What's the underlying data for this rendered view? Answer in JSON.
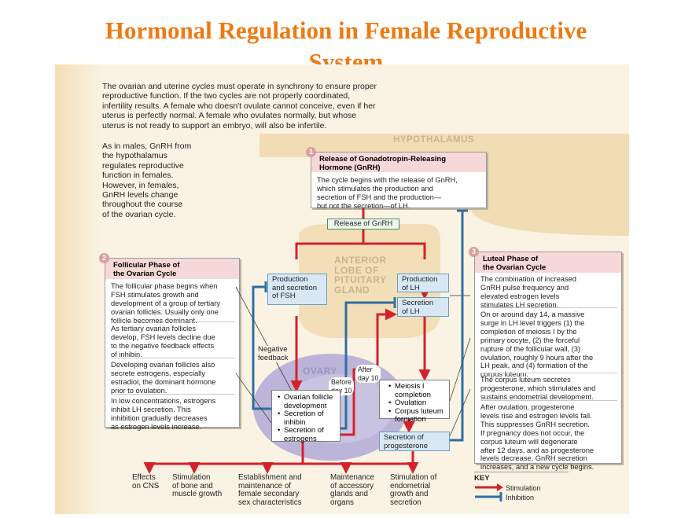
{
  "title": {
    "line1": "Hormonal Regulation in Female Reproductive",
    "line2": "System"
  },
  "intro": {
    "paragraph1": [
      "The ovarian and uterine cycles must operate in synchrony to ensure proper",
      "reproductive function. If the two cycles are not properly coordinated,",
      "infertility results. A female who doesn't ovulate cannot conceive, even if her",
      "uterus is perfectly normal. A female who ovulates normally, but whose",
      "uterus is not ready to support an embryo, will also be infertile."
    ],
    "paragraph2": [
      "As in males, GnRH from",
      "the hypothalamus",
      "regulates reproductive",
      "function in females.",
      "However, in females,",
      "GnRH levels change",
      "throughout the course",
      "of the ovarian cycle."
    ]
  },
  "regions": {
    "hypothalamus": "HYPOTHALAMUS",
    "pituitary": [
      "ANTERIOR",
      "LOBE OF",
      "PITUITARY",
      "GLAND"
    ],
    "ovary": "OVARY"
  },
  "step1": {
    "number": "1",
    "title": [
      "Release of Gonadotropin-Releasing",
      "Hormone (GnRH)"
    ],
    "text": [
      "The cycle begins with the release of GnRH,",
      "which stimulates the production and",
      "secretion of FSH and the production—",
      "but not the secretion—of LH."
    ]
  },
  "step2": {
    "number": "2",
    "title": [
      "Follicular Phase of",
      "the Ovarian Cycle"
    ],
    "paragraphs": [
      [
        "The follicular phase begins when",
        "FSH stimulates growth and",
        "development of a group of tertiary",
        "ovarian follicles. Usually only one",
        "follicle becomes dominant."
      ],
      [
        "As tertiary ovarian follicles",
        "develop, FSH levels decline due",
        "to the negative feedback effects",
        "of inhibin."
      ],
      [
        "Developing ovarian follicles also",
        "secrete estrogens, especially",
        "estradiol, the dominant hormone",
        "prior to ovulation."
      ],
      [
        "In low concentrations, estrogens",
        "inhibit LH secretion. This",
        "inhibition gradually decreases",
        "as estrogen levels increase."
      ]
    ]
  },
  "step3": {
    "number": "3",
    "title": [
      "Luteal Phase of",
      "the Ovarian Cycle"
    ],
    "paragraphs": [
      [
        "The combination of increased",
        "GnRH pulse frequency and",
        "elevated estrogen levels",
        "stimulates LH secretion."
      ],
      [
        "On or around day 14, a massive",
        "surge in LH level triggers (1) the",
        "completion of meiosis I by the",
        "primary oocyte, (2) the forceful",
        "rupture of the follicular wall, (3)",
        "ovulation, roughly 9 hours after the",
        "LH peak, and (4) formation of the",
        "corpus luteum."
      ],
      [
        "The corpus luteum secretes",
        "progesterone, which stimulates and",
        "sustains endometrial development."
      ],
      [
        "After ovulation, progesterone",
        "levels rise and estrogen levels fall.",
        "This suppresses GnRH secretion.",
        "If pregnancy does not occur, the",
        "corpus luteum will degenerate",
        "after 12 days, and as progesterone",
        "levels decrease, GnRH secretion",
        "increases, and a new cycle begins."
      ]
    ]
  },
  "flow": {
    "release_gnrh": "Release of GnRH",
    "fsh_box": [
      "Production",
      "and secretion",
      "of FSH"
    ],
    "lh_prod_box": [
      "Production",
      "of LH"
    ],
    "lh_sec_box": [
      "Secretion",
      "of LH"
    ],
    "negative_feedback": [
      "Negative",
      "feedback"
    ],
    "after_day10": [
      "After",
      "day 10"
    ],
    "before_day10": [
      "Before",
      "day 10"
    ],
    "follicle_box": [
      [
        "Ovarian follicle",
        "development"
      ],
      [
        "Secretion of",
        "inhibin"
      ],
      [
        "Secretion of",
        "estrogens"
      ]
    ],
    "meiosis_box": [
      [
        "Meiosis I",
        "completion"
      ],
      [
        "Ovulation"
      ],
      [
        "Corpus luteum",
        "formation"
      ]
    ],
    "progesterone_box": [
      "Secretion of",
      "progesterone"
    ]
  },
  "effects": [
    [
      "Effects",
      "on CNS"
    ],
    [
      "Stimulation",
      "of bone and",
      "muscle growth"
    ],
    [
      "Establishment and",
      "maintenance of",
      "female secondary",
      "sex characteristics"
    ],
    [
      "Maintenance",
      "of accessory",
      "glands and",
      "organs"
    ],
    [
      "Stimulation of",
      "endometrial",
      "growth and",
      "secretion"
    ]
  ],
  "key": {
    "title": "KEY",
    "stimulation": "Stimulation",
    "inhibition": "Inhibition"
  },
  "colors": {
    "title": "#ee7a12",
    "stimulation": "#d3222c",
    "inhibition": "#2f6fa3",
    "panel": "#faf3e3",
    "gland": "#f2dfb7",
    "ovary": "#bcb5d9"
  }
}
